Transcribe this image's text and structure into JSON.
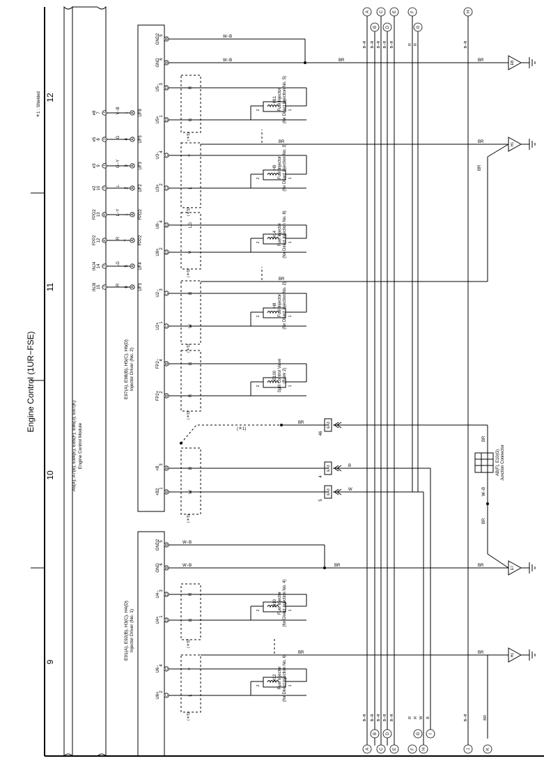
{
  "title": "Engine Control (1UR−FSE)",
  "shielded_note": "＊1 : Shielded",
  "grid_numbers": [
    "12",
    "11",
    "10",
    "9"
  ],
  "ecm_label": "A6(A), A7(B), E84(E), E85(F), E86(J), E87(K)",
  "ecm_name": "Engine Control Module",
  "driver2_label": "E97(A), E98(B), H5(C), H6(D)",
  "driver2_name": "Injector Driver (No. 2)",
  "driver1_label": "E91(A), E92(B), H3(C), H4(D)",
  "driver1_name": "Injector Driver (No. 1)",
  "junction_label": "AB(F), E10(G)",
  "junction_name": "Junction Connector",
  "top_ecm_pins": [
    {
      "name": "INJ8",
      "num": "15",
      "conn": "J",
      "wire": "R",
      "dpin": "6",
      "dconn": "A",
      "dname": "UF3"
    },
    {
      "name": "INJ4",
      "num": "14",
      "conn": "J",
      "wire": "LG",
      "dpin": "5",
      "dconn": "A",
      "dname": "UF4"
    },
    {
      "name": "FPP2",
      "num": "12",
      "conn": "K",
      "wire": "R",
      "dpin": "7",
      "dconn": "A",
      "dname": "FPP2"
    },
    {
      "name": "FPD2",
      "num": "13",
      "conn": "K",
      "wire": "L−Y",
      "dpin": "1",
      "dconn": "A",
      "dname": "FPD2"
    },
    {
      "name": "#2",
      "num": "10",
      "conn": "J",
      "wire": "L",
      "dpin": "2",
      "dconn": "A",
      "dname": "UF2"
    },
    {
      "name": "#3",
      "num": "9",
      "conn": "J",
      "wire": "G−Y",
      "dpin": "3",
      "dconn": "A",
      "dname": "UF3"
    },
    {
      "name": "#5",
      "num": "8",
      "conn": "J",
      "wire": "G",
      "dpin": "4",
      "dconn": "A",
      "dname": "UF5"
    },
    {
      "name": "#8",
      "num": "7",
      "conn": "J",
      "wire": "Y−B",
      "dpin": "1",
      "dconn": "A",
      "dname": "UF8"
    }
  ],
  "driver2_pins": [
    {
      "name": "GND2",
      "num": "5",
      "conn": "B",
      "wire": "W−B"
    },
    {
      "name": "GND",
      "num": "6",
      "conn": "B",
      "wire": "W−B"
    },
    {
      "name": "U5−",
      "num": "3",
      "conn": "D",
      "wire": "R"
    },
    {
      "name": "U5+",
      "num": "1",
      "conn": "D",
      "wire": "G"
    },
    {
      "name": "U3−",
      "num": "4",
      "conn": "C",
      "wire": "Y"
    },
    {
      "name": "U3+",
      "num": "2",
      "conn": "C",
      "wire": "L"
    },
    {
      "name": "U8−",
      "num": "4",
      "conn": "D",
      "wire": "LG"
    },
    {
      "name": "U8+",
      "num": "2",
      "conn": "D",
      "wire": "V"
    },
    {
      "name": "U2−",
      "num": "3",
      "conn": "C",
      "wire": "B"
    },
    {
      "name": "U2+",
      "num": "1",
      "conn": "C",
      "wire": "W"
    },
    {
      "name": "FP2−",
      "num": "4",
      "conn": "B",
      "wire": "G"
    },
    {
      "name": "FP2+",
      "num": "2",
      "conn": "B",
      "wire": "R"
    },
    {
      "name": "+B",
      "num": "3",
      "conn": "B",
      "wire": "B"
    },
    {
      "name": "+B2",
      "num": "1",
      "conn": "B",
      "wire": "W"
    }
  ],
  "driver1_pins": [
    {
      "name": "GND2",
      "num": "5",
      "conn": "B",
      "wire": "W−B"
    },
    {
      "name": "GND",
      "num": "6",
      "conn": "B",
      "wire": "W−B"
    },
    {
      "name": "U4−",
      "num": "3",
      "conn": "D",
      "wire": "R"
    },
    {
      "name": "U4+",
      "num": "1",
      "conn": "D",
      "wire": "G"
    },
    {
      "name": "U6−",
      "num": "4",
      "conn": "C",
      "wire": "Y"
    },
    {
      "name": "U6+",
      "num": "2",
      "conn": "C",
      "wire": "L"
    }
  ],
  "components": [
    {
      "id": "H11",
      "name": "Fuel Injector",
      "desc": "(for Direct Injection No. 5)"
    },
    {
      "id": "H9",
      "name": "Fuel Injector",
      "desc": "(for Direct Injection No. 3)"
    },
    {
      "id": "H14",
      "name": "Fuel Injector",
      "desc": "(for Direct Injection No. 8)"
    },
    {
      "id": "H8",
      "name": "Fuel Injector",
      "desc": "(for Direct Injection No. 2)"
    },
    {
      "id": "E100",
      "name": "Spill Control Valve",
      "desc": "(Bank 2)"
    },
    {
      "id": "H10",
      "name": "Fuel Injector",
      "desc": "(for Direct Injection No. 4)"
    },
    {
      "id": "H12",
      "name": "Fuel Injector",
      "desc": "(for Direct Injection No. 6)"
    }
  ],
  "shield_tag": "(＊1)",
  "shield_tag2": "(＊5)",
  "coil_pin1": "1",
  "coil_pin2": "2",
  "ea3_pins": [
    {
      "num": "46",
      "conn": "EA3",
      "wire": "BR"
    },
    {
      "num": "4",
      "conn": "EA3",
      "wire": "B"
    },
    {
      "num": "5",
      "conn": "EA3",
      "wire": "W"
    }
  ],
  "ground_labels": [
    "EB",
    "H1",
    "E7",
    "H1"
  ],
  "top_refs": [
    "A",
    "B",
    "C",
    "D",
    "E",
    "F",
    "G",
    "H"
  ],
  "bottom_refs": [
    "A",
    "B",
    "C",
    "D",
    "E",
    "F",
    "G",
    "H",
    "I",
    "J",
    "K"
  ],
  "top_wire_colors": [
    "B−R",
    "B−R",
    "B−R",
    "B−R",
    "B−R",
    "R",
    "R",
    "B−R"
  ],
  "bottom_wire_colors": [
    "B−R",
    "B−R",
    "B−R",
    "B−R",
    "B−R",
    "R",
    "R",
    "W",
    "B",
    "B−R",
    "BR"
  ],
  "wire_colors": {
    "wb": "W−B",
    "br": "BR",
    "b": "B",
    "w": "W"
  },
  "junction_wire": "W−B"
}
